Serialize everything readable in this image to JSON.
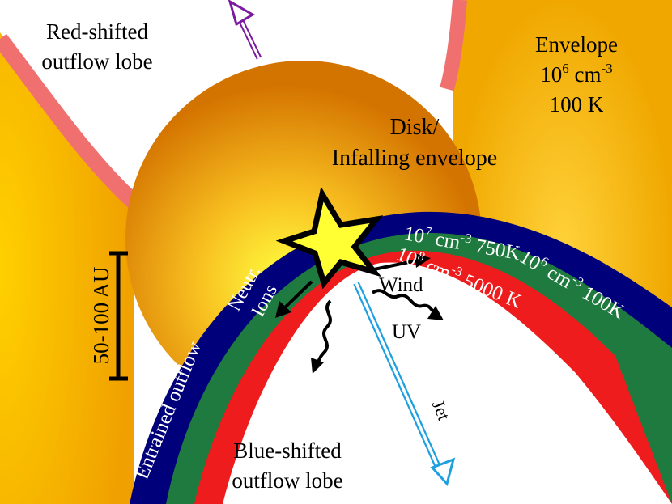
{
  "labels": {
    "red_lobe_line1": "Red-shifted",
    "red_lobe_line2": "outflow lobe",
    "envelope_title": "Envelope",
    "envelope_density_base": "10",
    "envelope_density_exp": "6",
    "envelope_density_unit": " cm",
    "envelope_density_unit_exp": "-3",
    "envelope_temp": "100 K",
    "disk_line1": "Disk/",
    "disk_line2": "Infalling envelope",
    "scale_bar": "50-100 AU",
    "neutr": "Neutr.",
    "ions": "Ions",
    "wind": "Wind",
    "uv": "UV",
    "jet": "Jet",
    "entrained": "Entrained outflow",
    "blue_lobe_line1": "Blue-shifted",
    "blue_lobe_line2": "outflow lobe",
    "green_density_base": "10",
    "green_density_exp": "7",
    "green_density_unit": " cm",
    "green_density_unit_exp": "-3",
    "green_temp": " 750K",
    "red_density_base": "10",
    "red_density_exp": "8",
    "red_density_unit": " cm",
    "red_density_unit_exp": "-3",
    "red_temp": " 5000 K",
    "blue_density_base": "10",
    "blue_density_exp": "6",
    "blue_density_unit": " cm",
    "blue_density_unit_exp": "-3",
    "blue_temp": " 100K"
  },
  "colors": {
    "envelope": "#f0b000",
    "disk_center": "#ffff40",
    "disk_edge": "#d07000",
    "red_outflow_edge": "#f07070",
    "blue_layer": "#00007a",
    "green_layer": "#1e7a3e",
    "red_layer": "#ee1c1c",
    "star": "#ffff33",
    "jet": "#1ea0e0",
    "up_arrow": "#7a1aa0"
  }
}
